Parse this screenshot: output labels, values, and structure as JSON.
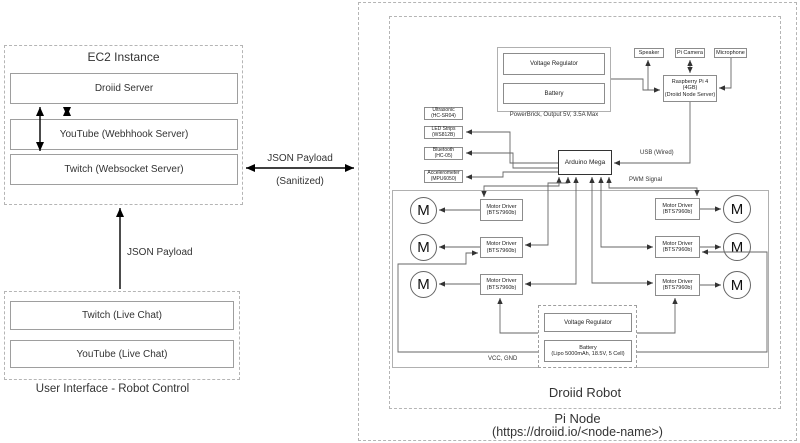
{
  "ec2": {
    "title": "EC2 Instance",
    "servers": [
      "Droiid Server",
      "YouTube (Webhhook Server)",
      "Twitch (Websocket Server)"
    ]
  },
  "ui": {
    "caption": "User Interface - Robot Control",
    "items": [
      "Twitch (Live Chat)",
      "YouTube (Live Chat)"
    ]
  },
  "links": {
    "json_payload": "JSON Payload",
    "sanitized": "(Sanitized)",
    "ui_json_payload": "JSON Payload",
    "usb": "USB (Wired)",
    "pwm": "PWM Signal",
    "vcc": "VCC, GND"
  },
  "pi_node": {
    "title": "Pi Node",
    "subtitle": "(https://droiid.io/<node-name>)"
  },
  "robot": {
    "title": "Droiid Robot"
  },
  "powerbrick": {
    "vr": "Voltage Regulator",
    "battery": "Battery",
    "caption": "PowerBrick, Output 5V, 3.5A Max"
  },
  "peripherals": {
    "speaker": "Speaker",
    "camera": "Pi Camera",
    "microphone": "Microphone"
  },
  "rpi": {
    "line1": "Raspberry Pi 4 (4GB)",
    "line2": "(Droiid Node Server)"
  },
  "sensors": {
    "ultrasonic": [
      "Ultrasonic",
      "(HC-SR04)"
    ],
    "led": [
      "LED Strips",
      "(WS812B)"
    ],
    "bluetooth": [
      "Bluetooth",
      "(HC-05)"
    ],
    "accelerometer": [
      "Accelerometer",
      "(MPU6050)"
    ]
  },
  "arduino": {
    "label": "Arduino Mega"
  },
  "driver": {
    "line1": "Motor Driver",
    "line2": "(BTS7960b)"
  },
  "motor": {
    "label": "M"
  },
  "power": {
    "vr": "Voltage Regulator",
    "battery_line1": "Battery",
    "battery_line2": "(Lipo 5000mAh, 18.5V, 5 Cell)"
  },
  "colors": {
    "wire": "#666666",
    "arrow": "#000000",
    "border": "#999999"
  }
}
